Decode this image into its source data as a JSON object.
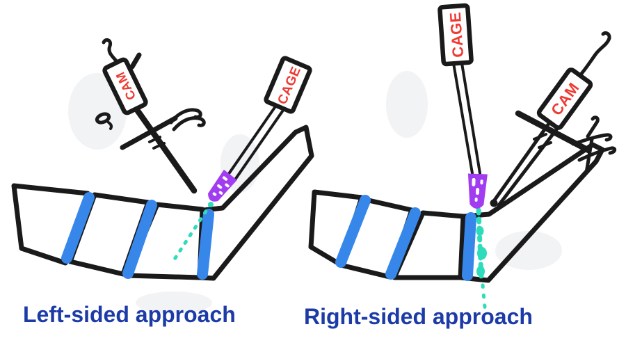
{
  "figure": {
    "title_hidden": "",
    "panels": [
      {
        "caption": "Left-sided approach",
        "cage_label": "CAGE",
        "cam_label": "CAM"
      },
      {
        "caption": "Right-sided approach",
        "cage_label": "CAGE",
        "cam_label": "CAM"
      }
    ],
    "colors": {
      "ink": "#1a1a1a",
      "disc_blue": "#3787ea",
      "cage_purple": "#a13cf0",
      "trajectory_teal": "#2edcbb",
      "label_red": "#ee3a31",
      "caption_blue": "#1c3ba6",
      "background": "#ffffff"
    }
  }
}
